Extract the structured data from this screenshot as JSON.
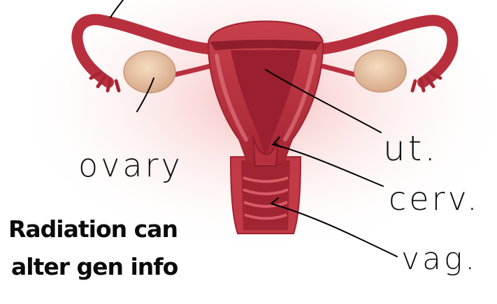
{
  "labels": {
    "ovary": "ovary",
    "uterus": "ut.",
    "cervix": "cerv.",
    "vagina": "vag."
  },
  "note": {
    "line1": "Radiation can",
    "line2": "alter gen info"
  }
}
